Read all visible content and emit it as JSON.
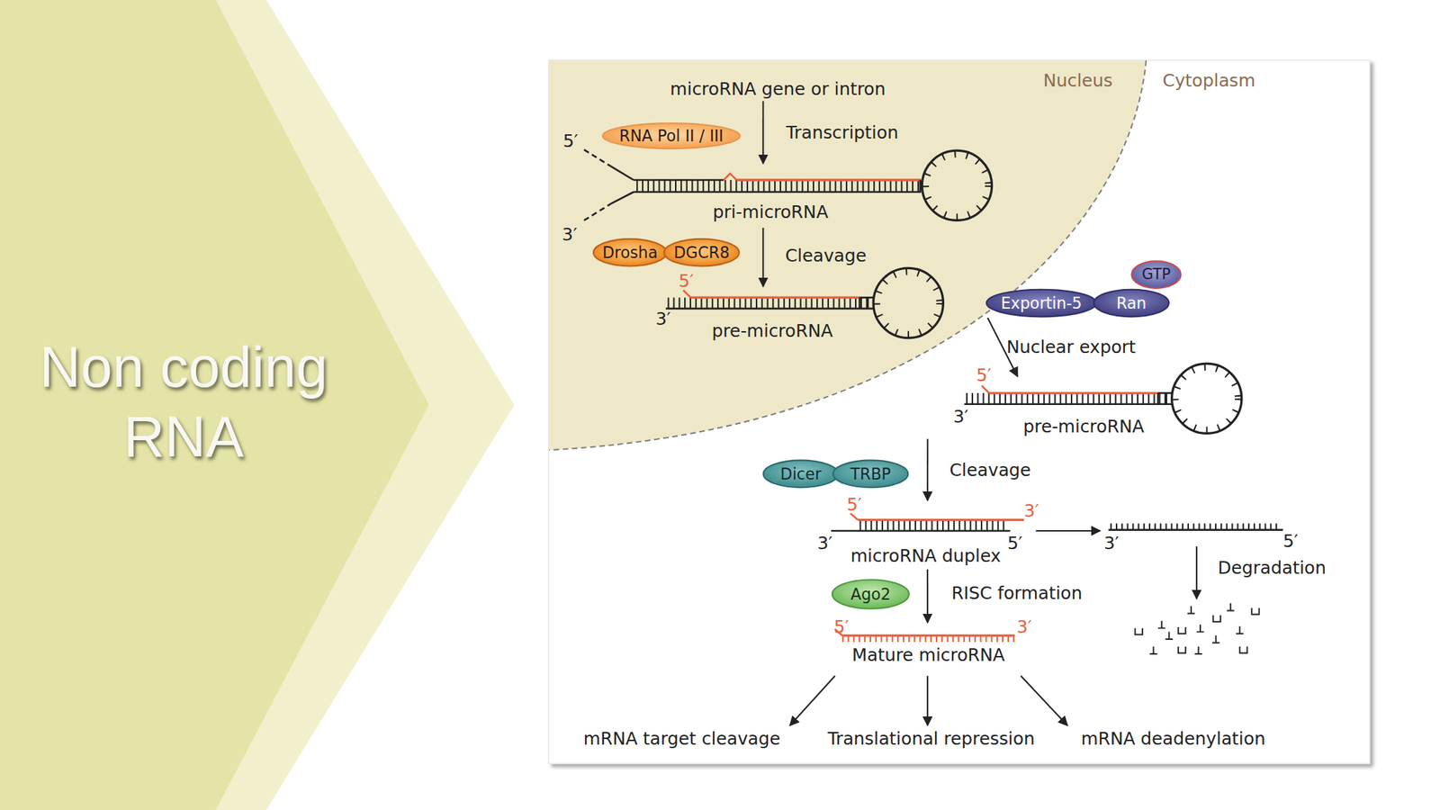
{
  "diagram": {
    "title": "Non coding RNA",
    "nodes": [
      {
        "text": [
          "Nucleus"
        ]
      },
      {
        "text": [
          "microRNA gene or intron"
        ],
        "in": 0
      },
      {
        "text": [
          "RNA Pol II / III"
        ],
        "in": 0
      },
      {
        "text": [
          "5′",
          "3′",
          "pri-microRNA"
        ],
        "in": 0
      },
      {
        "text": [
          "Drosha"
        ],
        "in": 0
      },
      {
        "text": [
          "DGCR8"
        ],
        "in": 0
      },
      {
        "text": [
          "5′",
          "3′",
          "pre-microRNA"
        ],
        "in": 0
      },
      {
        "text": [
          "Exportin-5"
        ]
      },
      {
        "text": [
          "Ran"
        ]
      },
      {
        "text": [
          "GTP"
        ]
      },
      {
        "text": [
          "5′",
          "3′",
          "pre-microRNA"
        ]
      },
      {
        "text": [
          "Dicer"
        ]
      },
      {
        "text": [
          "TRBP"
        ]
      },
      {
        "text": [
          "5′",
          "3′",
          "3′",
          "5′",
          "microRNA duplex"
        ]
      },
      {
        "text": [
          "3′",
          "5′"
        ]
      },
      {
        "text": [
          "Ago2"
        ]
      },
      {
        "text": [
          "5′",
          "3′",
          "Mature microRNA"
        ]
      },
      {
        "text": [
          "mRNA target cleavage"
        ]
      },
      {
        "text": [
          "Translational repression"
        ]
      },
      {
        "text": [
          "mRNA deadenylation"
        ]
      }
    ],
    "edges": [
      {
        "from": 1,
        "to": 3,
        "arrow": "to",
        "label": "Transcription"
      },
      {
        "from": 3,
        "to": 6,
        "arrow": "to",
        "label": "Cleavage"
      },
      {
        "from": 7,
        "to": 10,
        "arrow": "to",
        "label": "Nuclear export"
      },
      {
        "from": 10,
        "to": 13,
        "arrow": "to",
        "label": "Cleavage"
      },
      {
        "from": 13,
        "to": 14,
        "arrow": "to"
      },
      {
        "from": 13,
        "to": 16,
        "arrow": "to",
        "label": "RISC formation"
      },
      {
        "from": 16,
        "to": 17,
        "arrow": "to"
      },
      {
        "from": 16,
        "to": 18,
        "arrow": "to"
      },
      {
        "from": 16,
        "to": 19,
        "arrow": "to"
      }
    ],
    "labels": [
      "Cytoplasm",
      "Degradation"
    ]
  }
}
